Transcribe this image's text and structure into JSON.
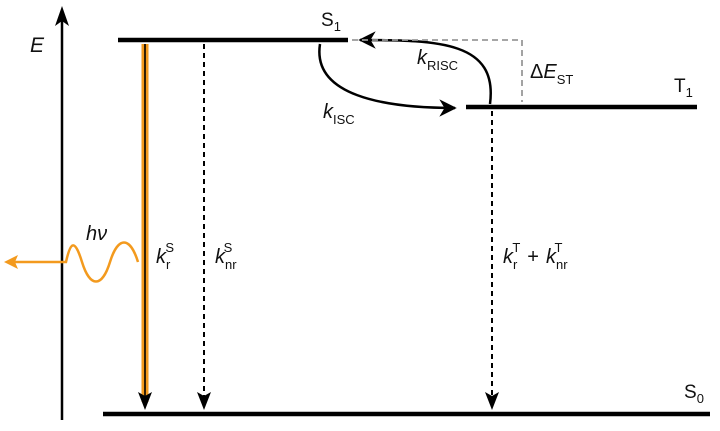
{
  "axis": {
    "symbol": "E"
  },
  "levels": {
    "s1": {
      "base": "S",
      "sub": "1"
    },
    "t1": {
      "base": "T",
      "sub": "1"
    },
    "s0": {
      "base": "S",
      "sub": "0"
    }
  },
  "emission": {
    "label": "hν",
    "color": "#F39A1E"
  },
  "rates": {
    "kr_s": {
      "k": "k",
      "sub": "r",
      "sup": "S"
    },
    "knr_s": {
      "k": "k",
      "sub": "nr",
      "sup": "S"
    },
    "kisc": {
      "k": "k",
      "sub": "ISC"
    },
    "krisc": {
      "k": "k",
      "sub": "RISC"
    },
    "kt_sum": {
      "k1": "k",
      "sub1": "r",
      "sup1": "T",
      "plus": "+",
      "k2": "k",
      "sub2": "nr",
      "sup2": "T"
    }
  },
  "gap": {
    "delta": "Δ",
    "e": "E",
    "sub": "ST"
  },
  "colors": {
    "line": "#000000",
    "dashed_gap": "#999999",
    "orange": "#F39A1E"
  }
}
